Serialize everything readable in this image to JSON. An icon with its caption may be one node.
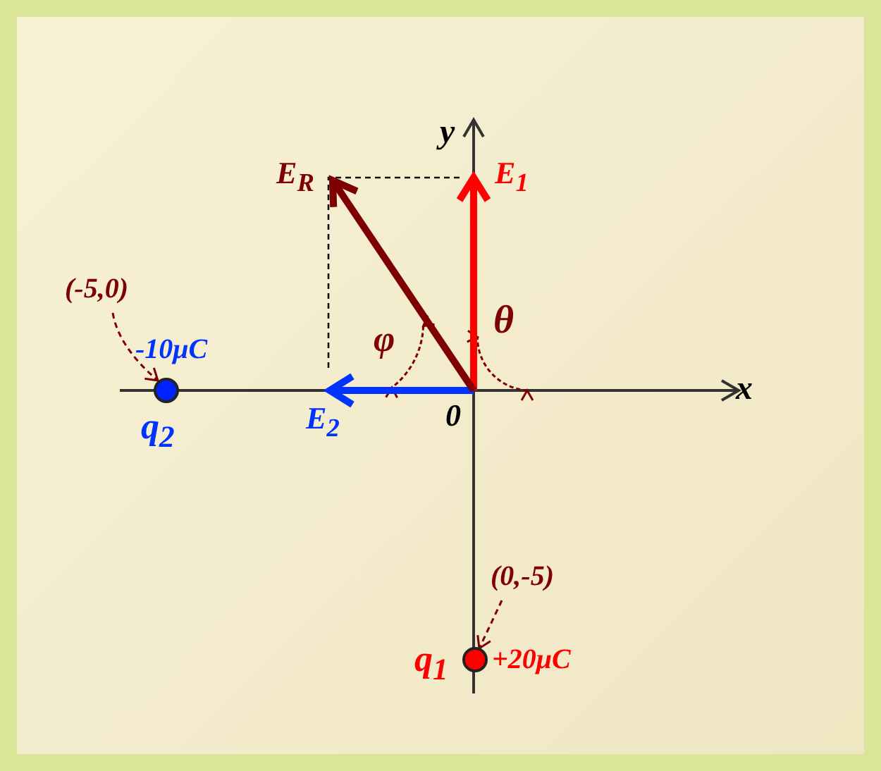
{
  "diagram": {
    "nodes": [
      {
        "text": [
          "(-5,0)"
        ]
      },
      {
        "text": [],
        "shape": "circle",
        "beside": [
          "-10μC",
          "q$_{2}$"
        ]
      },
      {
        "text": [
          "(0,-5)"
        ]
      },
      {
        "text": [],
        "shape": "circle",
        "beside": [
          "q$_{1}$",
          "+20μC"
        ]
      },
      {
        "text": [
          "0"
        ]
      },
      {
        "text": [
          "E$_{1}$"
        ]
      },
      {
        "text": [
          "E$_{2}$"
        ]
      },
      {
        "text": [
          "E$_{R}$"
        ]
      }
    ],
    "edges": [
      {
        "from": 0,
        "to": 1,
        "arrow": "to",
        "style": "dashed"
      },
      {
        "from": 2,
        "to": 3,
        "arrow": "to",
        "style": "dashed"
      },
      {
        "from": 4,
        "to": 5,
        "arrow": "to",
        "color": "#ff0000"
      },
      {
        "from": 4,
        "to": 6,
        "arrow": "to",
        "color": "#0033ff"
      },
      {
        "from": 4,
        "to": 7,
        "arrow": "to",
        "color": "#7f0000"
      }
    ],
    "labels": [
      "y",
      "x",
      "φ",
      "θ"
    ]
  }
}
